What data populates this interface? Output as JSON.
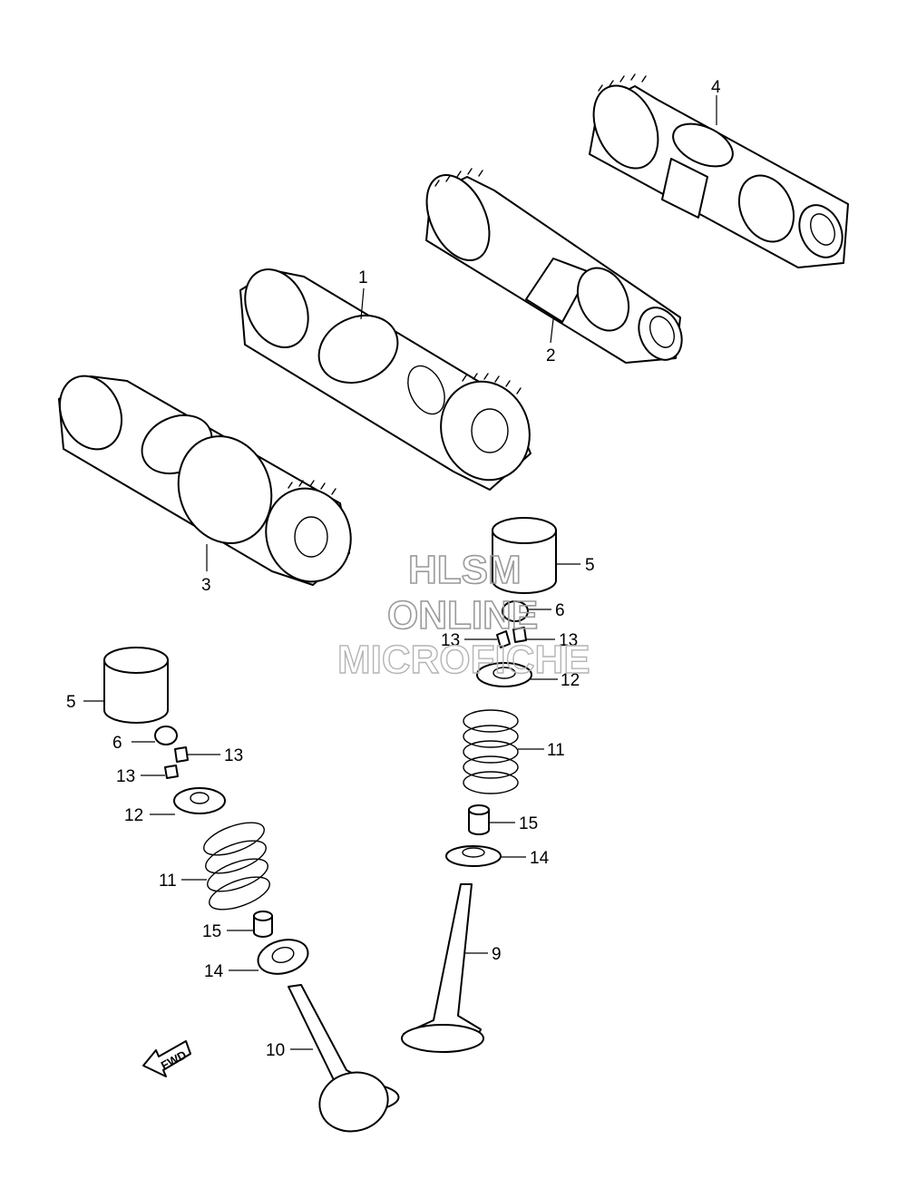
{
  "watermark": {
    "line1": "HLSM",
    "line2": "ONLINE",
    "line3": "MICROFICHE"
  },
  "fwd_label": "FWD",
  "callouts": {
    "c1": "1",
    "c2": "2",
    "c3": "3",
    "c4": "4",
    "c5a": "5",
    "c5b": "5",
    "c6a": "6",
    "c6b": "6",
    "c9": "9",
    "c10": "10",
    "c11a": "11",
    "c11b": "11",
    "c12a": "12",
    "c12b": "12",
    "c13a": "13",
    "c13b": "13",
    "c13c": "13",
    "c13d": "13",
    "c14a": "14",
    "c14b": "14",
    "c15a": "15",
    "c15b": "15"
  }
}
